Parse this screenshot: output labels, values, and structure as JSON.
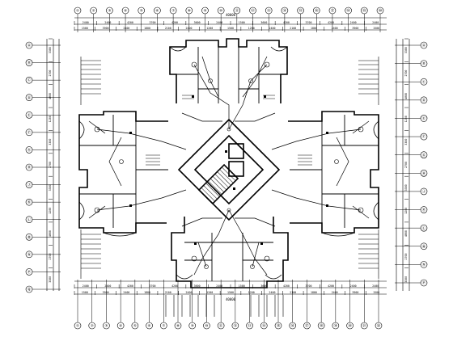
{
  "colors": {
    "ink": "#000000",
    "paper": "#ffffff"
  },
  "top_axis_labels": [
    "①",
    "②",
    "③",
    "④",
    "⑤",
    "⑥",
    "⑦",
    "⑧",
    "⑨",
    "⑩",
    "⑪",
    "⑫",
    "⑬",
    "⑭",
    "⑮",
    "⑯",
    "⑰",
    "⑱",
    "⑲",
    "⑳"
  ],
  "bottom_axis_labels": [
    "①",
    "②",
    "③",
    "④",
    "⑤",
    "⑥",
    "⑦",
    "⑧",
    "⑨",
    "⑩",
    "⑪",
    "⑫",
    "⑬",
    "⑭",
    "⑮",
    "⑯",
    "⑰",
    "⑱",
    "⑲",
    "⑳",
    "㉑",
    "㉒"
  ],
  "left_axis_labels": [
    "Ⓐ",
    "Ⓑ",
    "Ⓒ",
    "Ⓓ",
    "Ⓔ",
    "Ⓕ",
    "Ⓖ",
    "Ⓗ",
    "Ⓙ",
    "Ⓚ",
    "Ⓛ",
    "Ⓜ",
    "Ⓝ",
    "Ⓟ",
    "Ⓠ"
  ],
  "right_axis_labels": [
    "Ⓐ",
    "Ⓑ",
    "Ⓒ",
    "Ⓓ",
    "Ⓔ",
    "Ⓕ",
    "Ⓖ",
    "Ⓗ",
    "Ⓙ",
    "Ⓚ",
    "Ⓛ",
    "Ⓜ",
    "Ⓝ",
    "Ⓟ"
  ],
  "top_dims_outer": [
    "2400",
    "2400",
    "4200",
    "3700",
    "4200",
    "3600",
    "2400",
    "1500",
    "3600",
    "4200",
    "3700",
    "4200",
    "2400",
    "2400"
  ],
  "top_dims_inner": [
    "1500",
    "3900",
    "2400",
    "1800",
    "2100",
    "2400",
    "1200",
    "1500",
    "1200",
    "2400",
    "2100",
    "1800",
    "2400",
    "3900",
    "1500"
  ],
  "bottom_dims_outer": [
    "2400",
    "2400",
    "4200",
    "3700",
    "4200",
    "3600",
    "2400",
    "1500",
    "3600",
    "4200",
    "3700",
    "4200",
    "2400",
    "2400"
  ],
  "bottom_dims_inner": [
    "1500",
    "3900",
    "2400",
    "1800",
    "2100",
    "2400",
    "1200",
    "1500",
    "1200",
    "2400",
    "2100",
    "1800",
    "2400",
    "3900",
    "1500"
  ],
  "left_dims": [
    "3300",
    "2700",
    "4800",
    "1200",
    "3300",
    "2700",
    "3300",
    "1200",
    "4800",
    "2700",
    "3300"
  ],
  "right_dims": [
    "3300",
    "2700",
    "4800",
    "1200",
    "3300",
    "2700",
    "3300",
    "1200",
    "4800",
    "2700",
    "3300"
  ],
  "top_total": "40000",
  "bottom_total": "40000"
}
